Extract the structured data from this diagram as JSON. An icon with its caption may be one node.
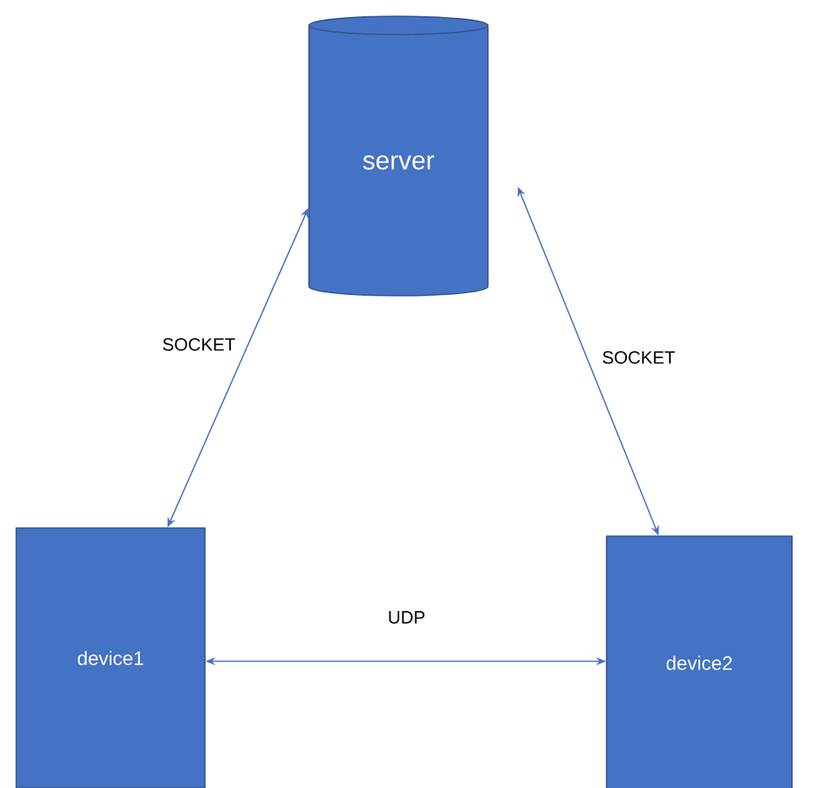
{
  "diagram": {
    "nodes": [
      {
        "text": [
          "server"
        ]
      },
      {
        "text": [
          "device1"
        ]
      },
      {
        "text": [
          "device2"
        ]
      }
    ],
    "edges": [
      {
        "from": 0,
        "to": 1,
        "arrow": "both",
        "label": "SOCKET"
      },
      {
        "from": 0,
        "to": 2,
        "arrow": "both",
        "label": "SOCKET"
      },
      {
        "from": 1,
        "to": 2,
        "arrow": "both",
        "label": "UDP"
      }
    ]
  }
}
